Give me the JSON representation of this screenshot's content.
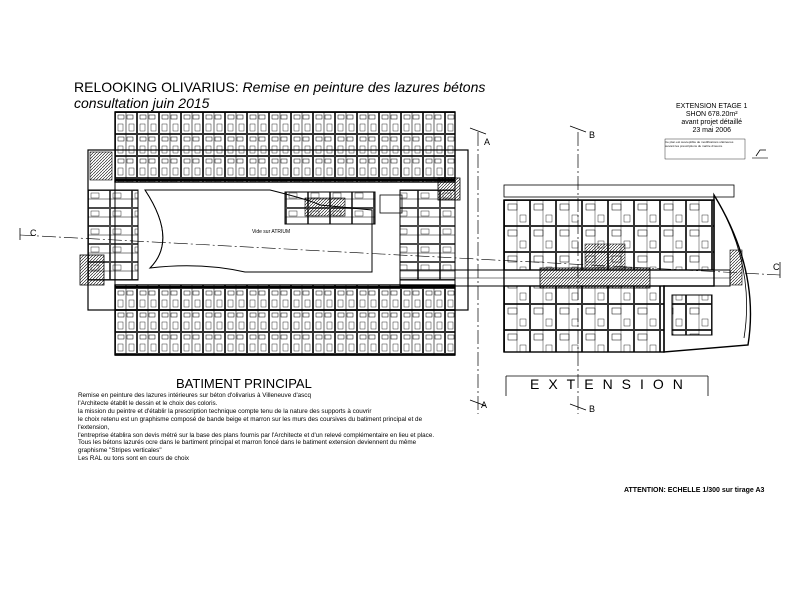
{
  "header": {
    "title_plain": "RELOOKING OLIVARIUS:",
    "title_italic": " Remise en peinture des lazures bétons",
    "subtitle": "consultation juin 2015"
  },
  "extension_info": {
    "line1": "EXTENSION ETAGE 1",
    "line2": "SHON 678.20m²",
    "line3": "avant projet détaillé",
    "line4": "23 mai 2006"
  },
  "tiny_note": "Ce plan est susceptible de modifications ultérieures suivant les prescriptions du maître d'œuvre",
  "plan_labels": {
    "atrium": "Vide sur ATRIUM",
    "section_a": "A",
    "section_b": "B",
    "section_c": "C"
  },
  "batiment_principal": {
    "title": "BATIMENT PRINCIPAL",
    "lines": [
      "Remise en peinture des lazures intérieures sur béton d'olivarius à Villeneuve d'ascq",
      "l'Architecte établit le dessin et le choix des coloris.",
      "la mission du peintre et d'établir la prescription technique compte tenu de la nature des supports à couvrir",
      "le choix retenu est un graphisme composé de bande beige et marron sur les murs des coursives du batiment principal et de",
      "l'extension,",
      "l'entreprise établira son devis métré sur la base des plans fournis par l'Architecte et d'un relevé complémentaire en lieu et place.",
      "Tous les bétons lazurés ocre dans le bartiment principal et marron foncé dans le batiment extension deviennent du même",
      "graphisme \"Stripes verticales\"",
      "Les RAL ou tons sont en cours de choix"
    ]
  },
  "extension_label": "EXTENSION",
  "attention": "ATTENTION: ECHELLE 1/300 sur tirage A3"
}
